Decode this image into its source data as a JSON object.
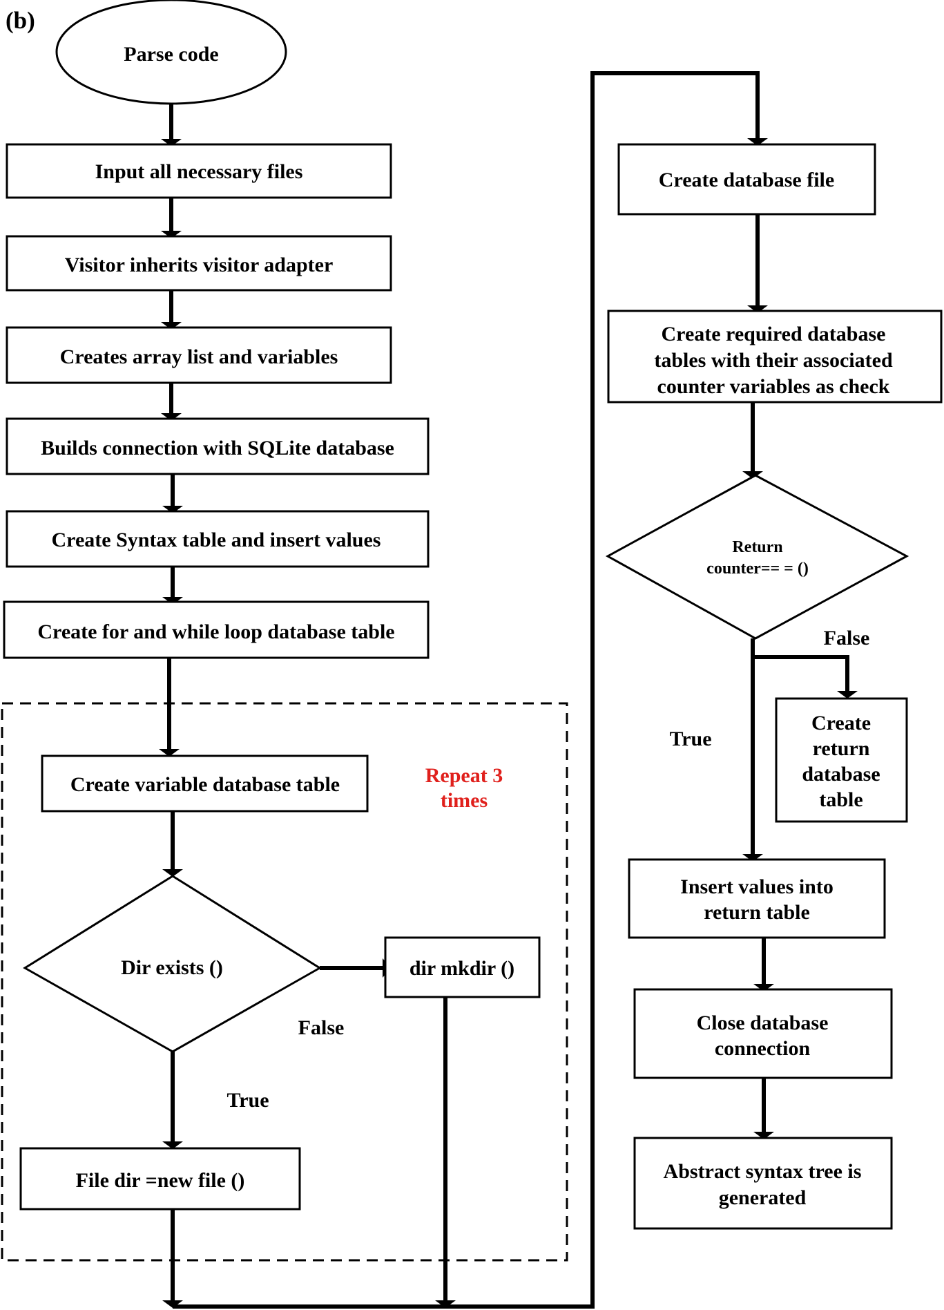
{
  "panel_label": "(b)",
  "nodes": {
    "start": "Parse code",
    "input_files": "Input all necessary files",
    "visitor": "Visitor inherits visitor adapter",
    "array_list": "Creates array list and variables",
    "connection": "Builds connection with SQLite database",
    "syntax_table": "Create Syntax table and insert values",
    "loop_table": "Create for and while loop database table",
    "variable_table": "Create variable database table",
    "dir_exists": "Dir exists ()",
    "mkdir": "dir mkdir ()",
    "new_file": "File dir =new file ()",
    "db_file": "Create database file",
    "required_tables": [
      "Create required database",
      "tables with their associated",
      "counter variables as check"
    ],
    "return_check": [
      "Return",
      "counter== = ()"
    ],
    "return_table": [
      "Create",
      "return",
      "database",
      "table"
    ],
    "insert_values": [
      "Insert values into",
      "return table"
    ],
    "close_connection": [
      "Close database",
      "connection"
    ],
    "ast_generated": [
      "Abstract syntax tree is",
      "generated"
    ]
  },
  "loop_note": [
    "Repeat 3",
    "times"
  ],
  "edge_labels": {
    "dir_false": "False",
    "dir_true": "True",
    "return_false": "False",
    "return_true": "True"
  },
  "colors": {
    "line": "#000000",
    "loop_note": "#e0201c"
  }
}
